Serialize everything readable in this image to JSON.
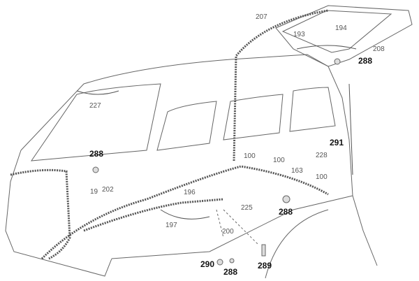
{
  "diagram": {
    "callouts": [
      {
        "id": "207",
        "text": "207",
        "emphasis": false
      },
      {
        "id": "193",
        "text": "193",
        "emphasis": false
      },
      {
        "id": "194",
        "text": "194",
        "emphasis": false
      },
      {
        "id": "208",
        "text": "208",
        "emphasis": false
      },
      {
        "id": "288a",
        "text": "288",
        "emphasis": true
      },
      {
        "id": "227",
        "text": "227",
        "emphasis": false
      },
      {
        "id": "288b",
        "text": "288",
        "emphasis": true
      },
      {
        "id": "291",
        "text": "291",
        "emphasis": true
      },
      {
        "id": "228",
        "text": "228",
        "emphasis": false
      },
      {
        "id": "100a",
        "text": "100",
        "emphasis": false
      },
      {
        "id": "100b",
        "text": "100",
        "emphasis": false
      },
      {
        "id": "163",
        "text": "163",
        "emphasis": false
      },
      {
        "id": "100c",
        "text": "100",
        "emphasis": false
      },
      {
        "id": "19",
        "text": "19",
        "emphasis": false
      },
      {
        "id": "202",
        "text": "202",
        "emphasis": false
      },
      {
        "id": "196",
        "text": "196",
        "emphasis": false
      },
      {
        "id": "225",
        "text": "225",
        "emphasis": false
      },
      {
        "id": "288c",
        "text": "288",
        "emphasis": true
      },
      {
        "id": "197",
        "text": "197",
        "emphasis": false
      },
      {
        "id": "200",
        "text": "200",
        "emphasis": false
      },
      {
        "id": "290",
        "text": "290",
        "emphasis": true
      },
      {
        "id": "288d",
        "text": "288",
        "emphasis": true
      },
      {
        "id": "289",
        "text": "289",
        "emphasis": true
      }
    ]
  }
}
